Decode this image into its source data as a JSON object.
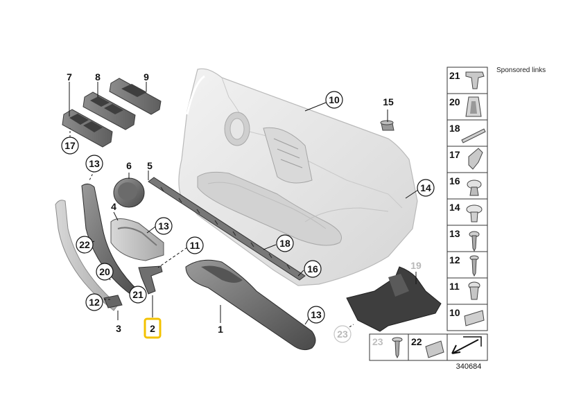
{
  "sponsored_text": "Sponsored links",
  "diagram_number": "340684",
  "callouts": {
    "c1": "1",
    "c2": "2",
    "c3": "3",
    "c4": "4",
    "c5": "5",
    "c6": "6",
    "c7": "7",
    "c8": "8",
    "c9": "9",
    "c10": "10",
    "c11": "11",
    "c12": "12",
    "c13a": "13",
    "c13b": "13",
    "c13c": "13",
    "c14": "14",
    "c15": "15",
    "c16": "16",
    "c17": "17",
    "c18": "18",
    "c19": "19",
    "c20": "20",
    "c21": "21",
    "c22": "22",
    "c23": "23"
  },
  "parts_panel": {
    "cells": [
      {
        "num": "21",
        "icon": "trim-clip"
      },
      {
        "num": "20",
        "icon": "spring-clip"
      },
      {
        "num": "18",
        "icon": "retainer-strip"
      },
      {
        "num": "17",
        "icon": "angled-clip"
      },
      {
        "num": "16",
        "icon": "expanding-rivet"
      },
      {
        "num": "14",
        "icon": "plastic-rivet"
      },
      {
        "num": "13",
        "icon": "fillister-screw"
      },
      {
        "num": "12",
        "icon": "tapping-screw"
      },
      {
        "num": "11",
        "icon": "clip-nut"
      },
      {
        "num": "10",
        "icon": "speed-nut"
      }
    ],
    "bottom_cells": [
      {
        "num": "23",
        "icon": "flat-head-screw",
        "muted": true
      },
      {
        "num": "22",
        "icon": "square-clip",
        "muted": false
      },
      {
        "num": "",
        "icon": "direction-arrow",
        "muted": false
      }
    ]
  },
  "highlight_color": "#f3c200"
}
